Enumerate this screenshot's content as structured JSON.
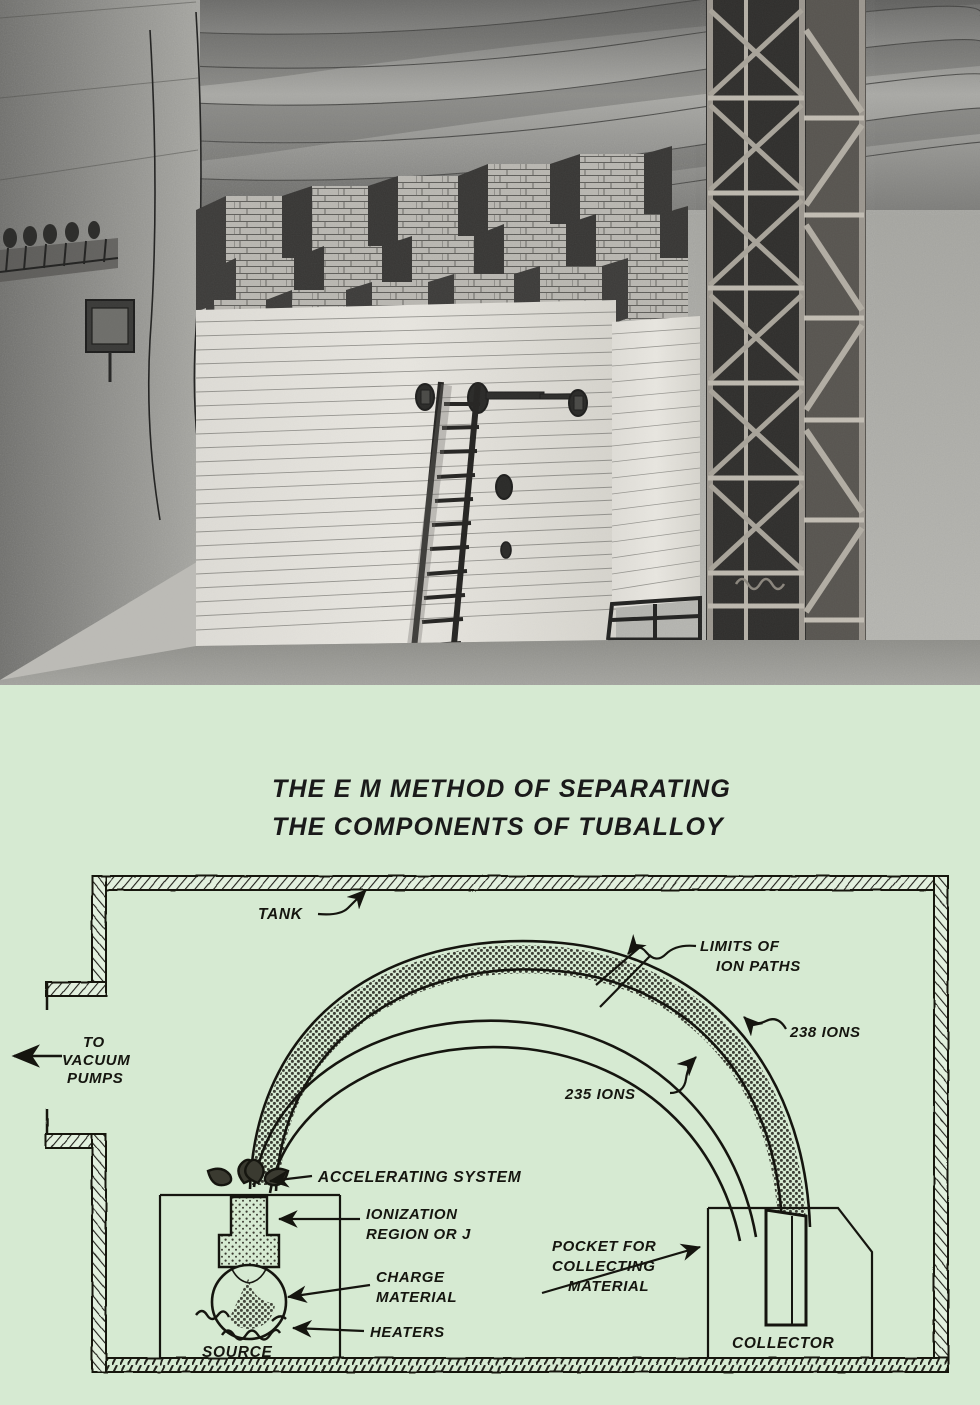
{
  "document": {
    "panels": [
      "photo-illustration",
      "schematic-diagram"
    ]
  },
  "photo": {
    "caption_present": false,
    "scene_description": "pencil drawing of industrial hall interior",
    "elements": [
      "arched-corrugated-ceiling",
      "stacked-brick-block-wall",
      "clapboard-wall",
      "leaning-ladder",
      "pipe-fittings",
      "lattice-tower",
      "guard-rail",
      "concrete-floor"
    ]
  },
  "diagram": {
    "title_line1": "THE E M METHOD OF SEPARATING",
    "title_line2": "THE COMPONENTS OF TUBALLOY",
    "background_color": "#d6ead2",
    "ink_color": "#141410",
    "labels": {
      "tank": "TANK",
      "limits_line1": "LIMITS OF",
      "limits_line2": "ION PATHS",
      "ions_238": "238 IONS",
      "ions_235": "235 IONS",
      "vacuum_line1": "TO",
      "vacuum_line2": "VACUUM",
      "vacuum_line3": "PUMPS",
      "accelerating": "ACCELERATING SYSTEM",
      "ionization_line1": "IONIZATION",
      "ionization_line2": "REGION OR J",
      "charge_line1": "CHARGE",
      "charge_line2": "MATERIAL",
      "heaters": "HEATERS",
      "source": "SOURCE",
      "pocket_line1": "POCKET FOR",
      "pocket_line2": "COLLECTING",
      "pocket_line3": "MATERIAL",
      "collector": "COLLECTOR"
    }
  },
  "chart_data": {
    "type": "diagram",
    "title": "THE E M METHOD OF SEPARATING THE COMPONENTS OF TUBALLOY",
    "components": [
      {
        "name": "TANK",
        "role": "vacuum enclosure outer wall"
      },
      {
        "name": "TO VACUUM PUMPS",
        "role": "port on left wall"
      },
      {
        "name": "SOURCE",
        "role": "heated bulb containing charge material"
      },
      {
        "name": "CHARGE MATERIAL",
        "role": "tuballoy feedstock in source bulb"
      },
      {
        "name": "HEATERS",
        "role": "coil heaters around source bulb"
      },
      {
        "name": "IONIZATION REGION OR J",
        "role": "neck above source where vapour is ionized"
      },
      {
        "name": "ACCELERATING SYSTEM",
        "role": "electrode slits above ionization region"
      },
      {
        "name": "235 IONS",
        "role": "inner lighter-isotope trajectory"
      },
      {
        "name": "238 IONS",
        "role": "outer heavier-isotope trajectory"
      },
      {
        "name": "LIMITS OF ION PATHS",
        "role": "envelope bounding the ion beam"
      },
      {
        "name": "POCKET FOR COLLECTING MATERIAL",
        "role": "receiver slot in collector"
      },
      {
        "name": "COLLECTOR",
        "role": "collection assembly at right"
      }
    ],
    "beams": [
      {
        "name": "235 IONS",
        "radius_relative": 0.86,
        "note": "inner arc, smaller radius"
      },
      {
        "name": "238 IONS",
        "radius_relative": 1.0,
        "note": "outer arc, larger radius, hatched band"
      }
    ]
  }
}
